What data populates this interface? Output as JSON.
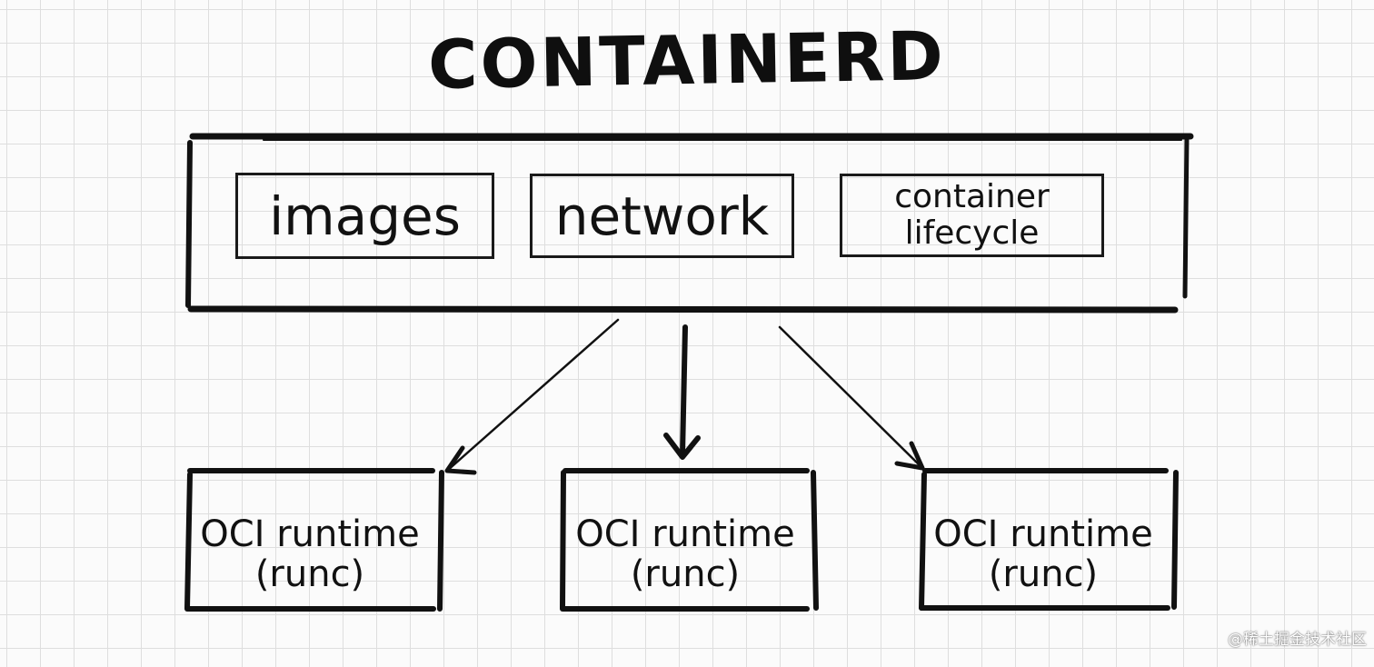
{
  "diagram": {
    "title": "CONTAINERD",
    "components": {
      "images": "images",
      "network": "network",
      "container_lifecycle_line1": "container",
      "container_lifecycle_line2": "lifecycle"
    },
    "runtimes": [
      {
        "line1": "OCI runtime",
        "line2": "(runc)"
      },
      {
        "line1": "OCI runtime",
        "line2": "(runc)"
      },
      {
        "line1": "OCI runtime",
        "line2": "(runc)"
      }
    ]
  },
  "watermark": "@稀土掘金技术社区",
  "colors": {
    "ink": "#111111",
    "grid": "#dedede",
    "background": "#fbfbfb"
  }
}
